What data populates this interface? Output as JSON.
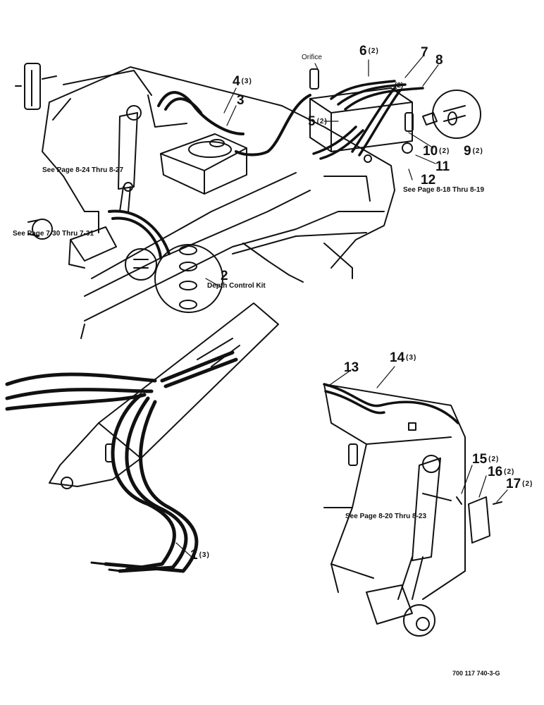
{
  "callouts": {
    "c1": {
      "num": "1",
      "qty": "(3)"
    },
    "c2": {
      "num": "2",
      "qty": ""
    },
    "c3": {
      "num": "3",
      "qty": ""
    },
    "c4": {
      "num": "4",
      "qty": "(3)"
    },
    "c5": {
      "num": "5",
      "qty": "(2)"
    },
    "c6": {
      "num": "6",
      "qty": "(2)"
    },
    "c7": {
      "num": "7",
      "qty": ""
    },
    "c8": {
      "num": "8",
      "qty": ""
    },
    "c9": {
      "num": "9",
      "qty": "(2)"
    },
    "c10": {
      "num": "10",
      "qty": "(2)"
    },
    "c11": {
      "num": "11",
      "qty": ""
    },
    "c12": {
      "num": "12",
      "qty": ""
    },
    "c13": {
      "num": "13",
      "qty": ""
    },
    "c14": {
      "num": "14",
      "qty": "(3)"
    },
    "c15": {
      "num": "15",
      "qty": "(2)"
    },
    "c16": {
      "num": "16",
      "qty": "(2)"
    },
    "c17": {
      "num": "17",
      "qty": "(2)"
    }
  },
  "labels": {
    "orifice": "Orifice",
    "kit": "Depth Control Kit",
    "inner_qty": "(2)"
  },
  "references": {
    "r1": "See Page 8-24 Thru 8-27",
    "r2": "See Page 7-30 Thru 7-31",
    "r3": "See Page 8-18 Thru 8-19",
    "r4": "See Page 8-20 Thru 8-23"
  },
  "figure_code": "700 117 740-3-G",
  "colors": {
    "ink": "#111111",
    "paper": "#ffffff"
  }
}
